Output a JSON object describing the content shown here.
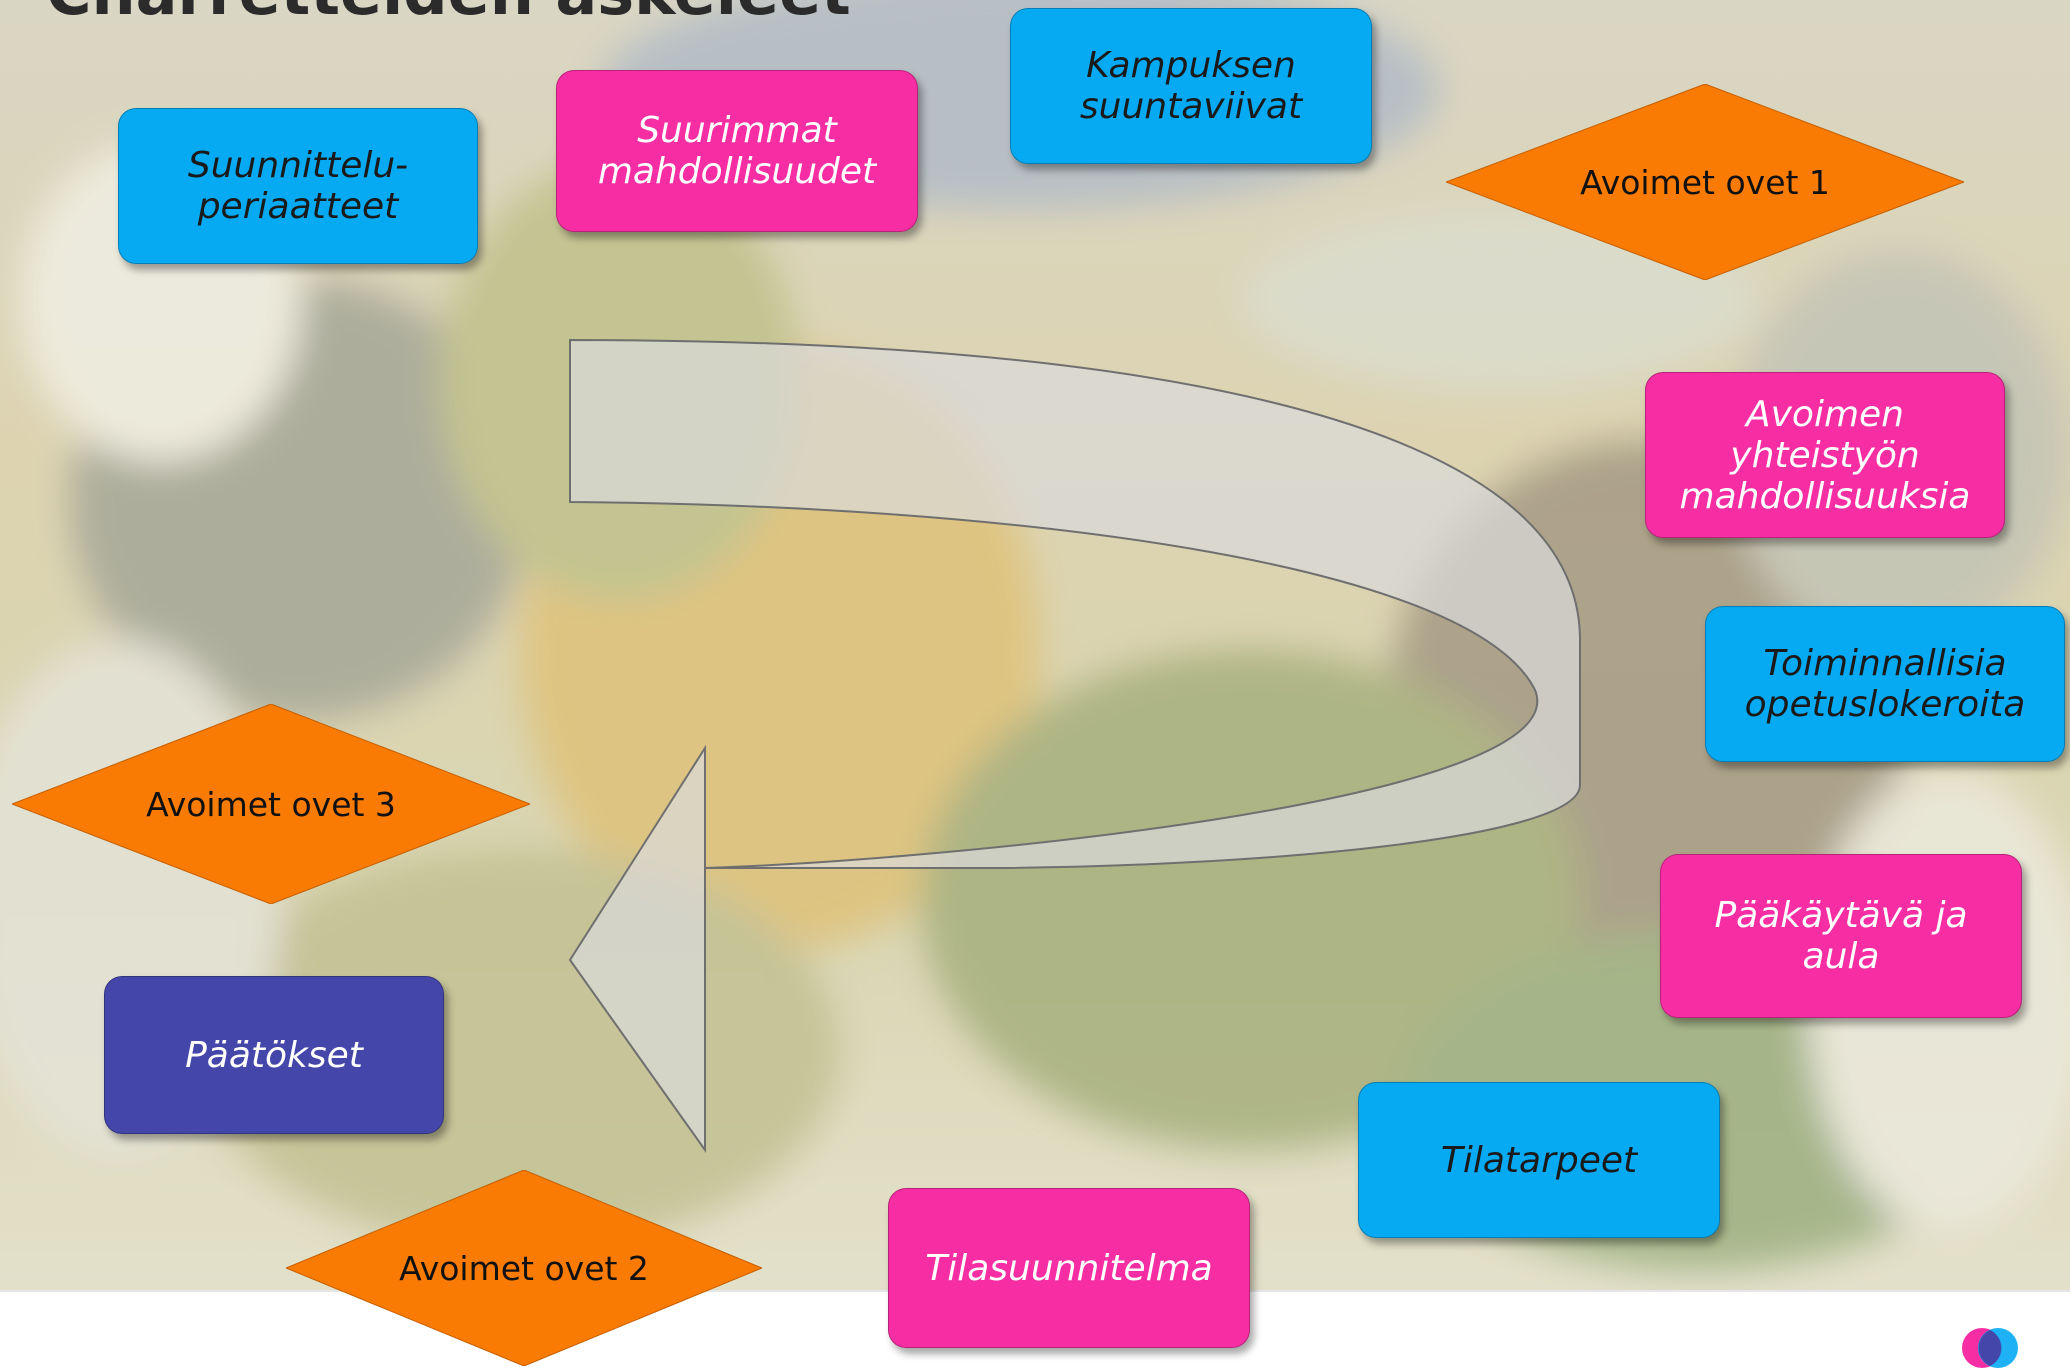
{
  "title": "Charretteiden askeleet",
  "colors": {
    "blue": "#05aaf3",
    "pink": "#f72ea3",
    "orange": "#f97b03",
    "navy": "#4446aa",
    "arrow_fill": "#d9d9d9",
    "arrow_stroke": "#6f6f6f"
  },
  "steps": {
    "suunnitteluperiaatteet": "Suunnittelu-\nperiaatteet",
    "suurimmat_mahdollisuudet": "Suurimmat\nmahdollisuudet",
    "kampuksen_suuntaviivat": "Kampuksen\nsuuntaviivat",
    "avoimet_ovet_1": "Avoimet ovet 1",
    "avoimen_yhteistyon": "Avoimen\nyhteistyön\nmahdollisuuksia",
    "toiminnallisia_opetuslokeroita": "Toiminnallisia\nopetuslokeroita",
    "paakaytava_ja_aula": "Pääkäytävä ja\naula",
    "tilatarpeet": "Tilatarpeet",
    "tilasuunnitelma": "Tilasuunnitelma",
    "avoimet_ovet_2": "Avoimet ovet 2",
    "avoimet_ovet_3": "Avoimet ovet 3",
    "paatokset": "Päätökset"
  },
  "icons": {
    "background": "photo-background-icon",
    "arrow": "curved-arrow-icon",
    "logo": "logo-icon"
  }
}
